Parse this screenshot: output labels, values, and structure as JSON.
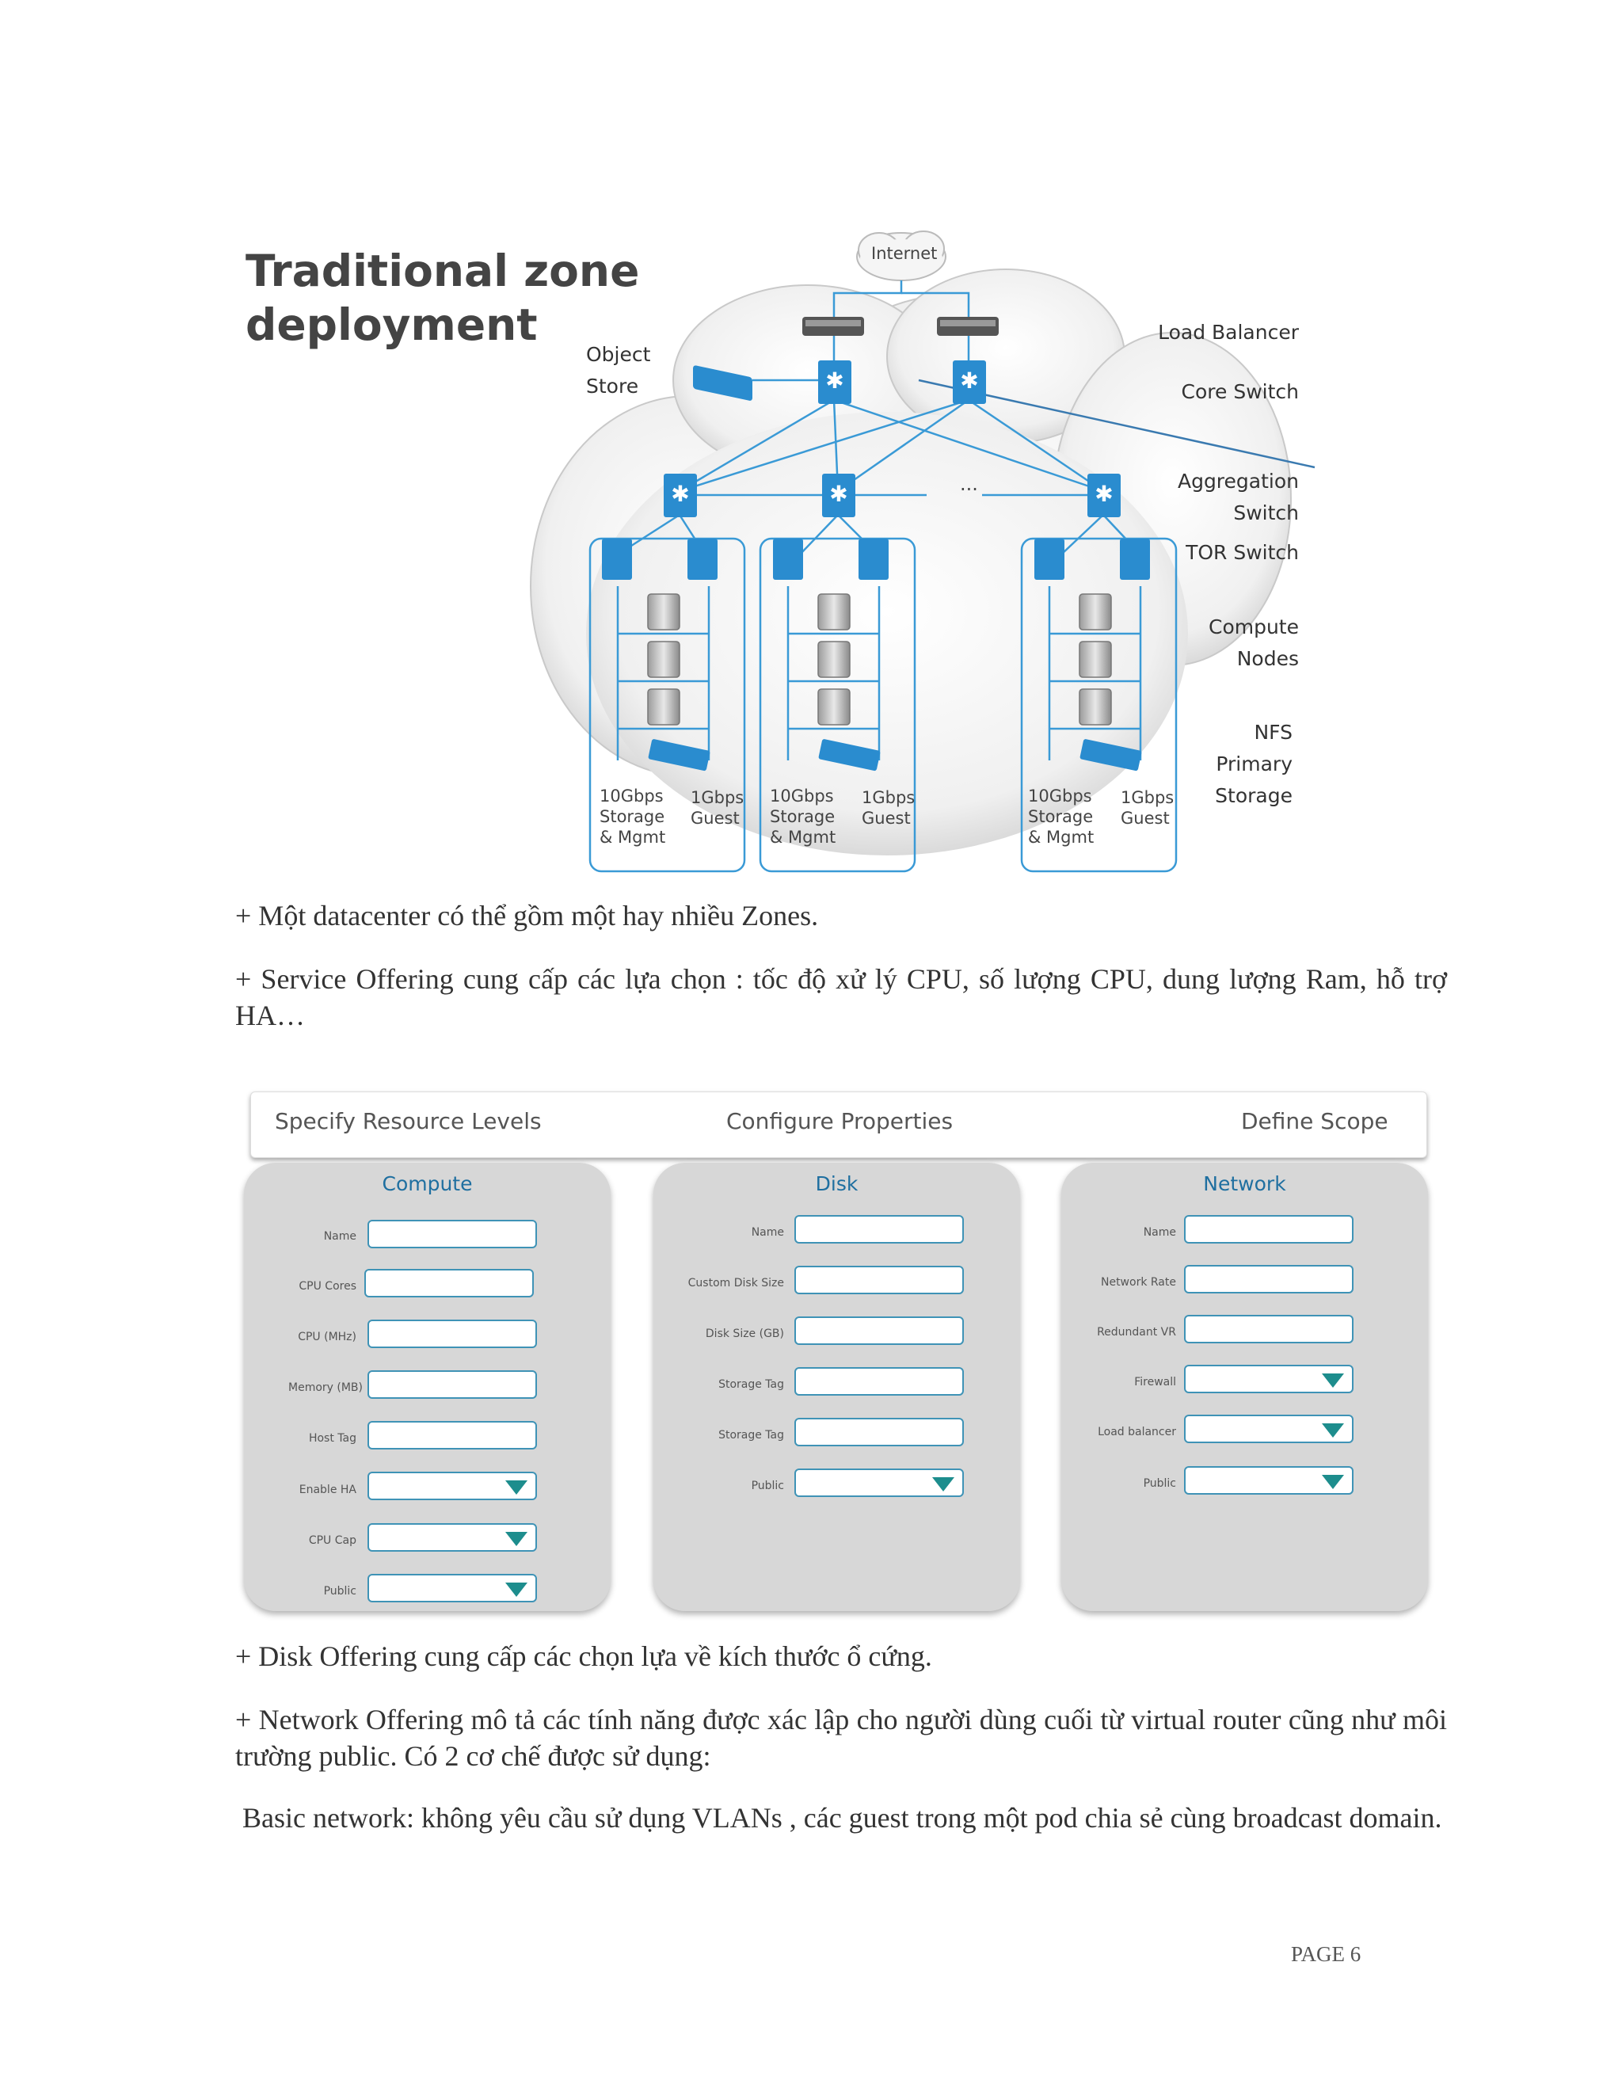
{
  "diagram": {
    "title_line1": "Traditional zone",
    "title_line2": "deployment",
    "internet": "Internet",
    "object_store_1": "Object",
    "object_store_2": "Store",
    "dots": "...",
    "legend": {
      "load_balancer": "Load Balancer",
      "core_switch": "Core Switch",
      "aggregation_1": "Aggregation",
      "aggregation_2": "Switch",
      "tor": "TOR Switch",
      "compute_1": "Compute",
      "compute_2": "Nodes",
      "nfs_1": "NFS",
      "nfs_2": "Primary",
      "nfs_3": "Storage"
    },
    "pod_labels": {
      "storage_1": "10Gbps",
      "storage_2": "Storage",
      "storage_3": "& Mgmt",
      "guest_1": "1Gbps",
      "guest_2": "Guest"
    }
  },
  "paragraphs": {
    "p1": "+ Một datacenter có thể gồm một hay nhiều Zones.",
    "p2": "+ Service Offering cung cấp các lựa chọn : tốc độ xử lý CPU, số lượng CPU, dung lượng Ram, hỗ trợ HA…",
    "p3": "+ Disk Offering cung cấp các chọn lựa về kích thước ổ cứng.",
    "p4": "+ Network Offering mô tả các tính năng được xác lập cho người dùng cuối từ virtual router cũng như môi trường public. Có 2 cơ chế được sử dụng:",
    "p5": " Basic network: không yêu cầu sử dụng VLANs , các guest trong một pod chia sẻ cùng broadcast domain."
  },
  "wizard": {
    "step1": "Specify Resource Levels",
    "step2": "Configure Properties",
    "step3": "Define Scope",
    "compute": {
      "title": "Compute",
      "fields": [
        "Name",
        "CPU Cores",
        "CPU (MHz)",
        "Memory (MB)",
        "Host Tag",
        "Enable HA",
        "CPU Cap",
        "Public"
      ]
    },
    "disk": {
      "title": "Disk",
      "fields": [
        "Name",
        "Custom Disk Size",
        "Disk Size (GB)",
        "Storage Tag",
        "Storage Tag",
        "Public"
      ]
    },
    "network": {
      "title": "Network",
      "fields": [
        "Name",
        "Network Rate",
        "Redundant VR",
        "Firewall",
        "Load balancer",
        "Public"
      ]
    }
  },
  "footer": {
    "page": "PAGE 6"
  },
  "colors": {
    "switch_blue": "#2a8ccf",
    "accent_teal": "#1d8d8d",
    "field_border": "#3f93b6"
  }
}
